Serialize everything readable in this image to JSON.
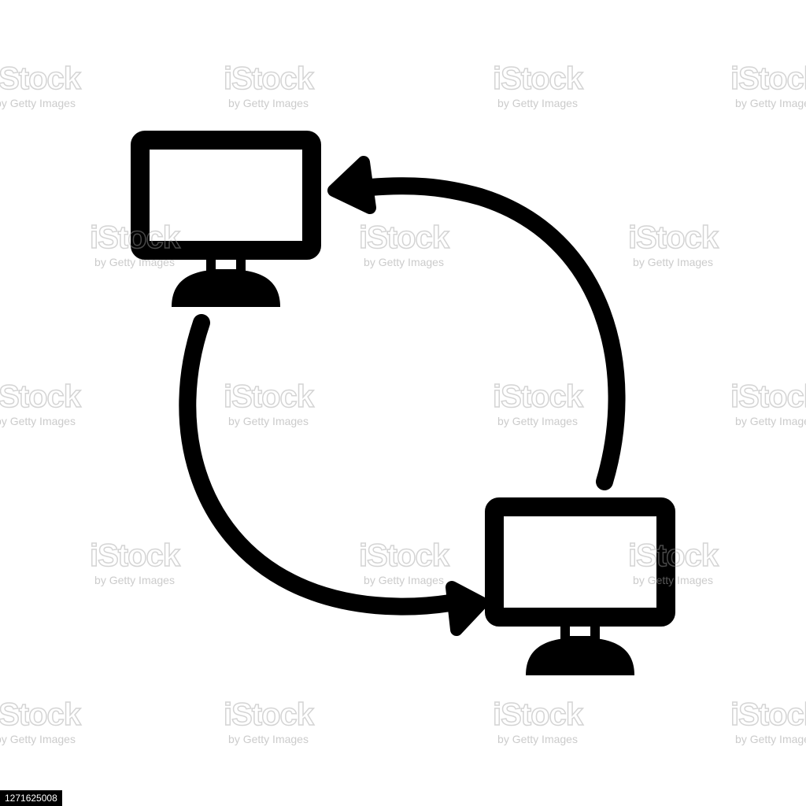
{
  "icon": {
    "name": "computer-sync-icon",
    "stroke_color": "#000000",
    "background_color": "#ffffff"
  },
  "watermark": {
    "main_text": "iStock",
    "sub_text": "by Getty Images"
  },
  "footer": {
    "image_id": "1271625008"
  }
}
